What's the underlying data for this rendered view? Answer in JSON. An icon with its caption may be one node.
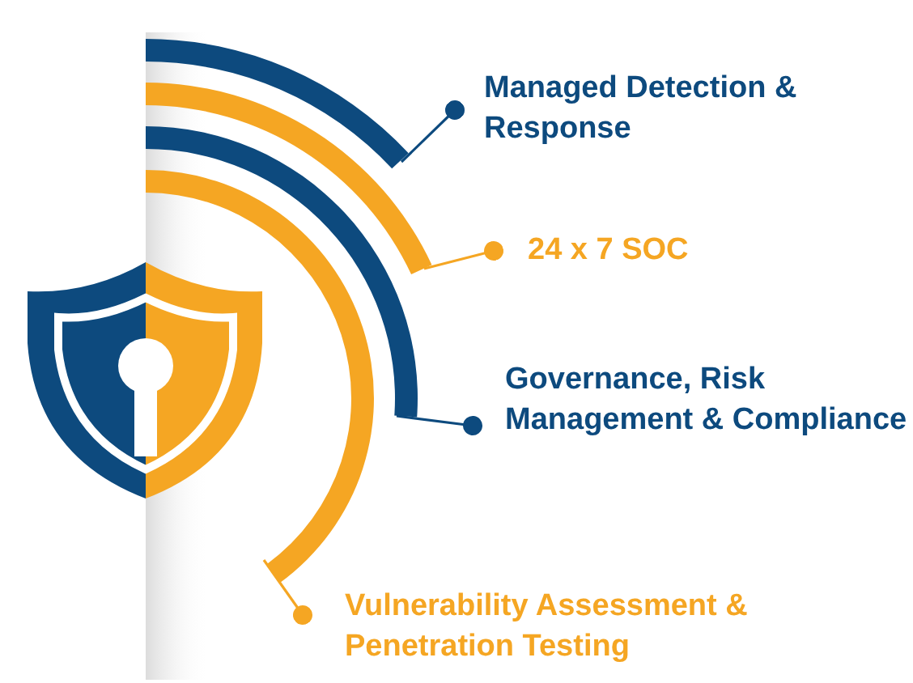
{
  "diagram": {
    "nodes": [
      {
        "text": [],
        "shape": "arc"
      },
      {
        "text": [],
        "shape": "arc"
      },
      {
        "text": [],
        "shape": "arc"
      },
      {
        "text": [],
        "shape": "arc"
      },
      {
        "text": [
          "Managed Detection & Response"
        ]
      },
      {
        "text": [
          "24 x 7 SOC"
        ]
      },
      {
        "text": [
          "Governance, Risk Management & Compliance"
        ]
      },
      {
        "text": [
          "Vulnerability Assessment & Penetration Testing"
        ]
      }
    ],
    "edges": [
      {
        "from": 0,
        "to": 4,
        "arrow": "other"
      },
      {
        "from": 1,
        "to": 5,
        "arrow": "other",
        "color": "#f5a623"
      },
      {
        "from": 2,
        "to": 6,
        "arrow": "other"
      },
      {
        "from": 3,
        "to": 7,
        "arrow": "other",
        "color": "#f5a623"
      }
    ]
  }
}
